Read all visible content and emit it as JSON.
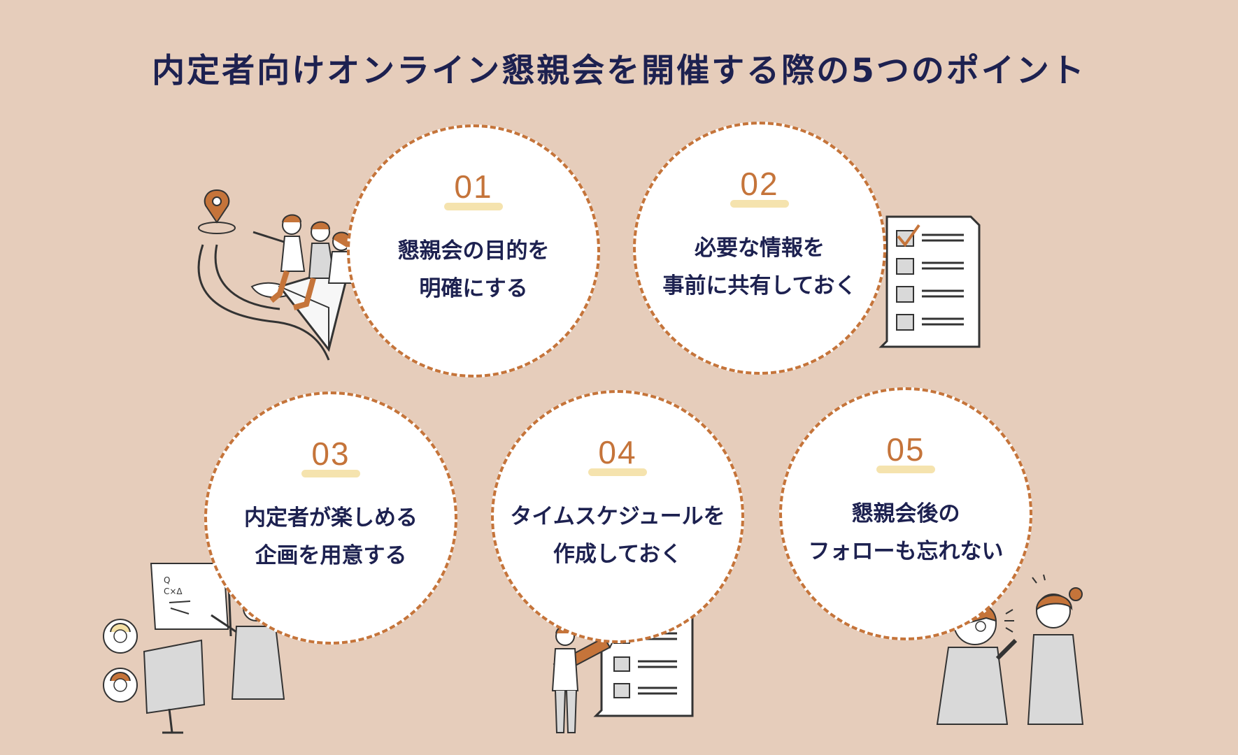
{
  "title": "内定者向けオンライン懇親会を開催する際の5つのポイント",
  "points": [
    {
      "number": "01",
      "line1": "懇親会の目的を",
      "line2": "明確にする"
    },
    {
      "number": "02",
      "line1": "必要な情報を",
      "line2": "事前に共有しておく"
    },
    {
      "number": "03",
      "line1": "内定者が楽しめる",
      "line2": "企画を用意する"
    },
    {
      "number": "04",
      "line1": "タイムスケジュールを",
      "line2": "作成しておく"
    },
    {
      "number": "05",
      "line1": "懇親会後の",
      "line2": "フォローも忘れない"
    }
  ],
  "illustrations": {
    "point1": "team-journey-illustration",
    "point2": "checklist-illustration",
    "point3": "online-presenter-illustration",
    "point4": "person-checklist-pencil-illustration",
    "point5": "followup-conversation-illustration"
  },
  "board_text": "Q\nC×Δ",
  "colors": {
    "background": "#e6cdbb",
    "accent": "#c5743a",
    "text": "#1d2150",
    "circle": "#ffffff"
  }
}
